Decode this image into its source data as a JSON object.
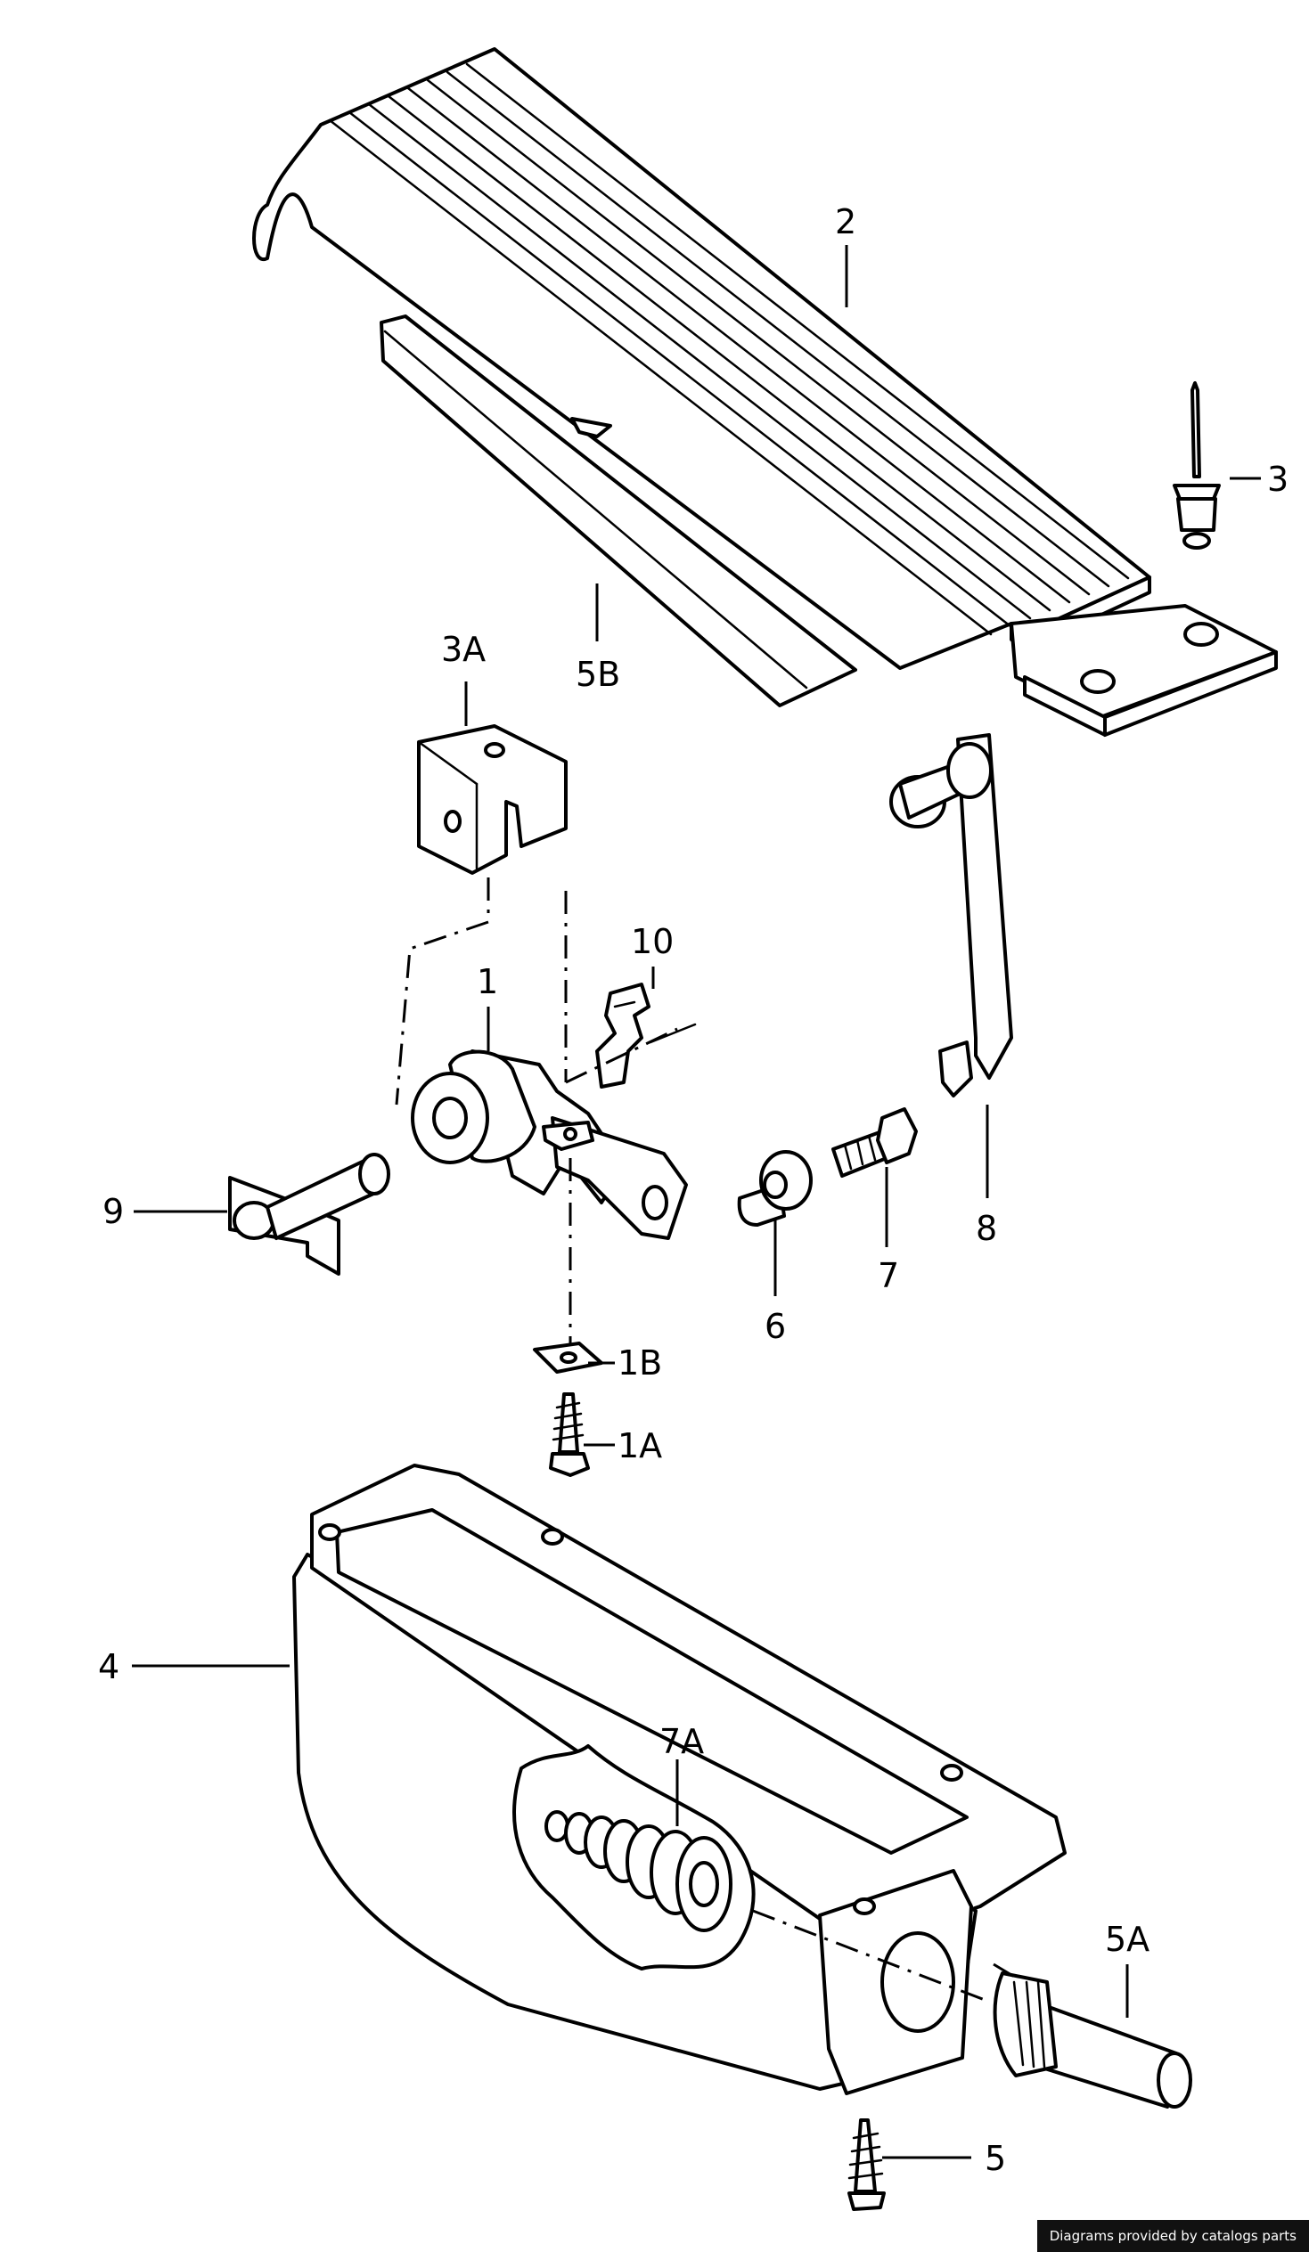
{
  "callouts": {
    "part_1": "1",
    "part_1a": "1A",
    "part_1b": "1B",
    "part_2": "2",
    "part_3": "3",
    "part_3a": "3A",
    "part_4": "4",
    "part_5": "5",
    "part_5a": "5A",
    "part_5b": "5B",
    "part_6": "6",
    "part_7": "7",
    "part_7a": "7A",
    "part_8": "8",
    "part_9": "9",
    "part_10": "10"
  },
  "credit": "Diagrams provided by catalogs parts",
  "colors": {
    "line": "#000000",
    "background": "#ffffff",
    "credit_bg": "#111111"
  }
}
